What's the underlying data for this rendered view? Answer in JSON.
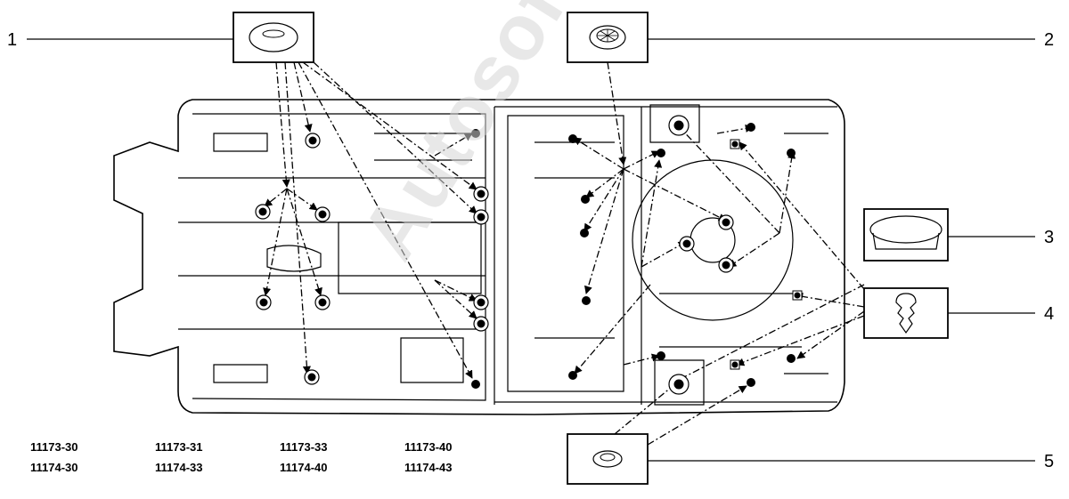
{
  "callouts": [
    {
      "id": 1,
      "label": "1"
    },
    {
      "id": 2,
      "label": "2"
    },
    {
      "id": 3,
      "label": "3"
    },
    {
      "id": 4,
      "label": "4"
    },
    {
      "id": 5,
      "label": "5"
    }
  ],
  "part_codes": {
    "row1": [
      "11173-30",
      "11173-31",
      "11173-33",
      "11173-40"
    ],
    "row2": [
      "11174-30",
      "11174-33",
      "11174-40",
      "11174-43"
    ]
  },
  "watermark": "Autosoft",
  "icons": [
    "flat-plug-icon",
    "ribbed-plug-icon",
    "cap-plug-icon",
    "christmas-tree-clip-icon",
    "grommet-icon"
  ],
  "colors": {
    "line": "#000000",
    "panel_fill": "#ffffff",
    "watermark": "#d6d6d6"
  }
}
